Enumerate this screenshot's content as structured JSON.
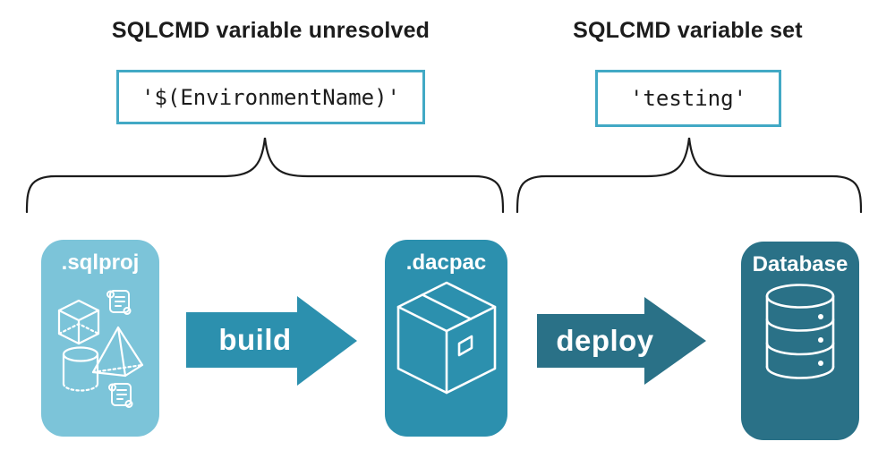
{
  "unresolved": {
    "title": "SQLCMD variable unresolved",
    "value": "'$(EnvironmentName)'"
  },
  "resolved": {
    "title": "SQLCMD variable set",
    "value": "'testing'"
  },
  "pipeline": {
    "sqlproj_label": ".sqlproj",
    "build_label": "build",
    "dacpac_label": ".dacpac",
    "deploy_label": "deploy",
    "database_label": "Database"
  },
  "icons": {
    "sqlproj_card": [
      "script-icon",
      "cube-icon",
      "pyramid-icon",
      "cylinder-icon",
      "script-icon"
    ],
    "dacpac_card": "package-icon",
    "database_card": "database-cylinder-icon",
    "braces": [
      "left-brace-icon",
      "right-brace-icon"
    ],
    "arrows": [
      "build-arrow-right-icon",
      "deploy-arrow-right-icon"
    ]
  },
  "colors": {
    "light_teal": "#7cc4d9",
    "mid_teal": "#2c90ae",
    "dark_teal": "#2a7187",
    "code_border": "#42a9c5",
    "ink": "#1c1c1c"
  }
}
